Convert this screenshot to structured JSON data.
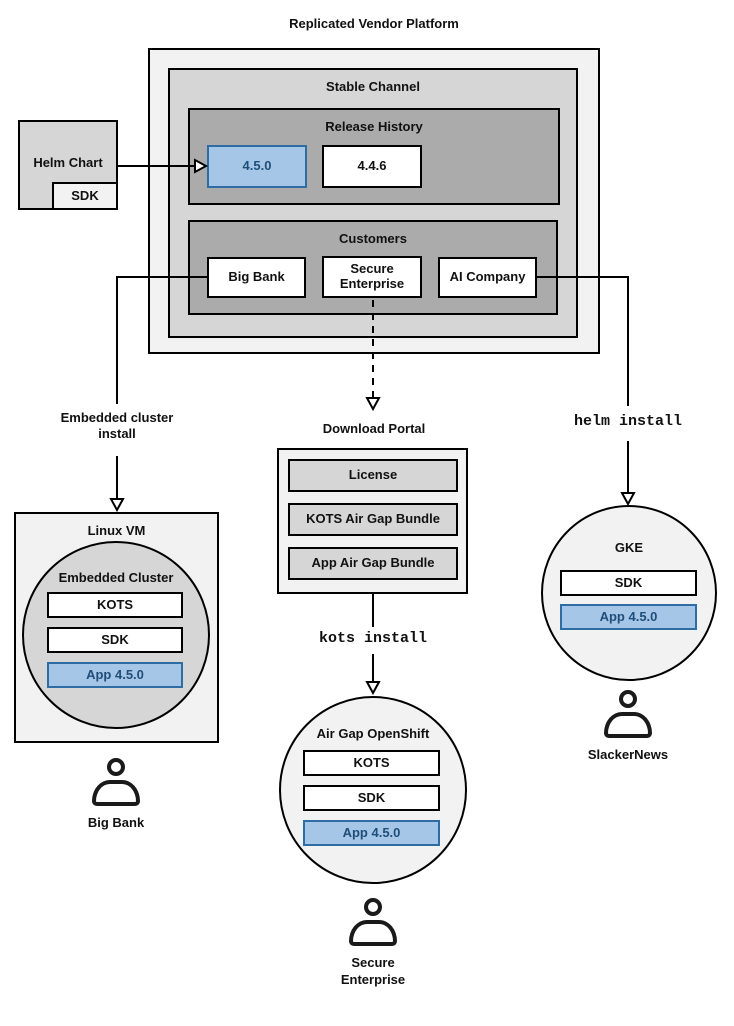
{
  "title": "Replicated Vendor Platform",
  "colors": {
    "accent_blue_fill": "#a6c6e8",
    "accent_blue_border": "#2e6da4",
    "accent_blue_text": "#1f4e79",
    "gray_outer": "#f2f2f2",
    "gray_mid": "#d6d6d6",
    "gray_inner": "#ababab",
    "line": "#000000"
  },
  "platform": {
    "stable_channel_label": "Stable Channel",
    "release_history": {
      "label": "Release History",
      "releases": [
        {
          "version": "4.5.0",
          "highlighted": true
        },
        {
          "version": "4.4.6",
          "highlighted": false
        }
      ]
    },
    "customers": {
      "label": "Customers",
      "items": [
        {
          "name": "Big Bank"
        },
        {
          "name": "Secure Enterprise"
        },
        {
          "name": "AI Company"
        }
      ]
    }
  },
  "helm_chart": {
    "label": "Helm Chart",
    "sdk": "SDK"
  },
  "edge_labels": {
    "embedded_cluster_install": "Embedded cluster install",
    "helm_install": "helm install",
    "kots_install": "kots install"
  },
  "download_portal": {
    "label": "Download Portal",
    "items": [
      "License",
      "KOTS Air Gap Bundle",
      "App Air Gap Bundle"
    ]
  },
  "linux_vm": {
    "label": "Linux VM",
    "cluster_label": "Embedded Cluster",
    "components": [
      "KOTS",
      "SDK"
    ],
    "app": "App 4.5.0"
  },
  "air_gap_openshift": {
    "label": "Air Gap OpenShift",
    "components": [
      "KOTS",
      "SDK"
    ],
    "app": "App 4.5.0"
  },
  "gke": {
    "label": "GKE",
    "components": [
      "SDK"
    ],
    "app": "App 4.5.0"
  },
  "users": [
    {
      "name": "Big Bank"
    },
    {
      "name": "Secure Enterprise"
    },
    {
      "name": "SlackerNews"
    }
  ]
}
